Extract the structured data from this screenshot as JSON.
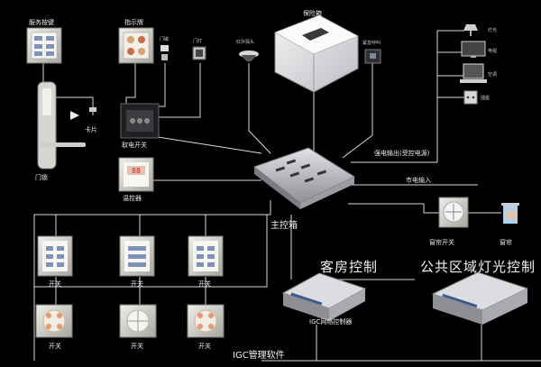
{
  "labels": {
    "service_button": "服务按键",
    "indicator": "指示牌",
    "doorbell": "门磁",
    "door_light": "门灯",
    "infrared_probe": "红外探头",
    "safe": "保险箱",
    "emergency_call": "紧急呼叫",
    "card": "卡片",
    "power_switch": "取电开关",
    "door_lock": "门锁",
    "temp_controller": "温控器",
    "main_box": "主控箱",
    "strong_output": "强电输出(受控电源)",
    "mains_input": "市电输入",
    "curtain_switch": "窗帘开关",
    "curtain": "窗帘",
    "switch": "开关",
    "room_control": "客房控制",
    "public_lighting": "公共区域灯光控制",
    "igc_controller": "IGC网络控制器",
    "igc_software": "IGC管理软件",
    "device_1": "灯光",
    "device_2": "电视",
    "device_3": "空调",
    "device_4": "插座"
  },
  "colors": {
    "background": "#000000",
    "wire": "#d8d8d8",
    "panel": "#d6d3cc"
  },
  "icons": [
    "service-button-panel",
    "indicator-panel",
    "door-sensor-icon",
    "door-light-icon",
    "infrared-probe-icon",
    "safe-box",
    "emergency-call-icon",
    "door-lock-icon",
    "card-icon",
    "power-switch-panel",
    "thermostat-panel",
    "main-control-box",
    "lamp-icon",
    "tv-icon",
    "computer-icon",
    "socket-icon",
    "curtain-switch-panel",
    "curtain-icon",
    "network-controller-icon"
  ]
}
